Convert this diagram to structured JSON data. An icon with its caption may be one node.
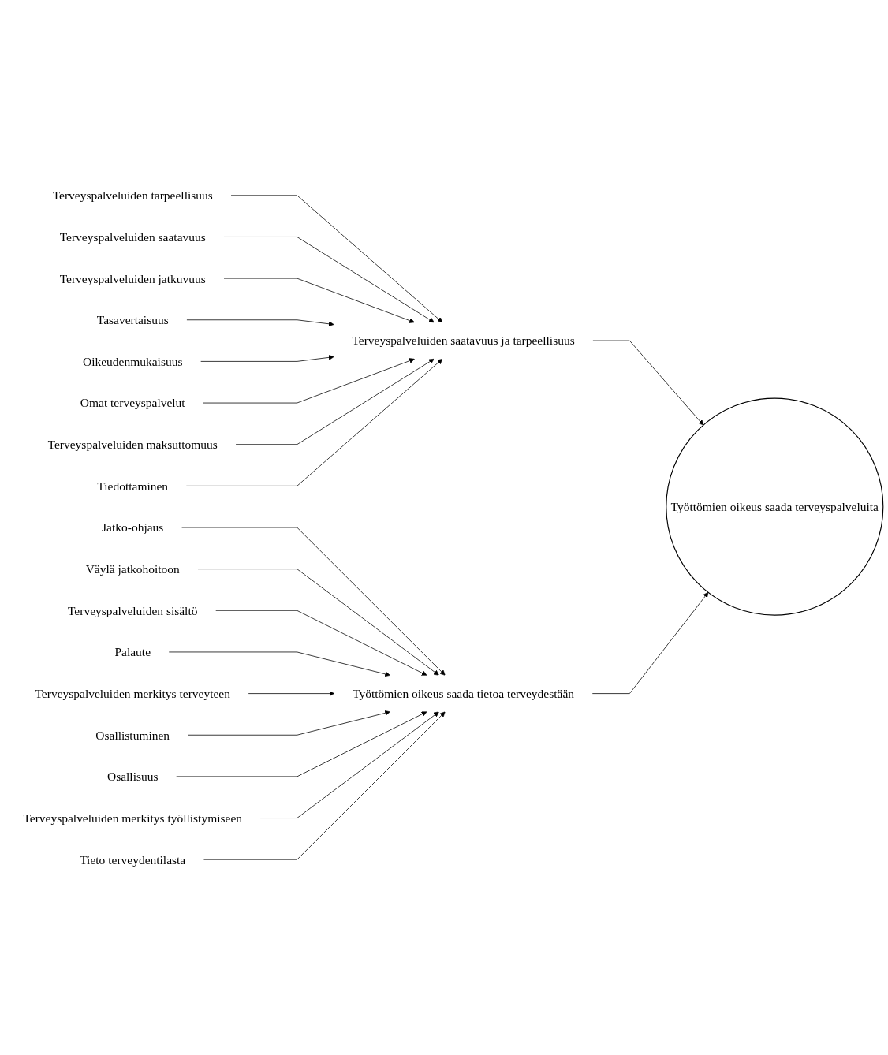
{
  "diagram": {
    "nodes": [
      {
        "text": [
          "Terveyspalveluiden tarpeellisuus"
        ]
      },
      {
        "text": [
          "Terveyspalveluiden saatavuus"
        ]
      },
      {
        "text": [
          "Terveyspalveluiden jatkuvuus"
        ]
      },
      {
        "text": [
          "Tasavertaisuus"
        ]
      },
      {
        "text": [
          "Oikeudenmukaisuus"
        ]
      },
      {
        "text": [
          "Omat terveyspalvelut"
        ]
      },
      {
        "text": [
          "Terveyspalveluiden maksuttomuus"
        ]
      },
      {
        "text": [
          "Tiedottaminen"
        ]
      },
      {
        "text": [
          "Terveyspalveluiden saatavuus ja tarpeellisuus"
        ]
      },
      {
        "text": [
          "Työttömien oikeus saada terveyspalveluita"
        ]
      },
      {
        "text": [
          "Jatko-ohjaus"
        ]
      },
      {
        "text": [
          "Väylä jatkohoitoon"
        ]
      },
      {
        "text": [
          "Terveyspalveluiden sisältö"
        ]
      },
      {
        "text": [
          "Palaute"
        ]
      },
      {
        "text": [
          "Terveyspalveluiden merkitys terveyteen"
        ]
      },
      {
        "text": [
          "Osallistuminen"
        ]
      },
      {
        "text": [
          "Osallisuus"
        ]
      },
      {
        "text": [
          "Terveyspalveluiden merkitys työllistymiseen"
        ]
      },
      {
        "text": [
          "Tieto terveydentilasta"
        ]
      },
      {
        "text": [
          "Työttömien oikeus saada tietoa terveydestään"
        ]
      }
    ],
    "edges": [
      {
        "from": 0,
        "to": 8,
        "arrow": "to"
      },
      {
        "from": 1,
        "to": 8,
        "arrow": "to"
      },
      {
        "from": 2,
        "to": 8,
        "arrow": "to"
      },
      {
        "from": 3,
        "to": 8,
        "arrow": "to"
      },
      {
        "from": 4,
        "to": 8,
        "arrow": "to"
      },
      {
        "from": 5,
        "to": 8,
        "arrow": "to"
      },
      {
        "from": 6,
        "to": 8,
        "arrow": "to"
      },
      {
        "from": 7,
        "to": 8,
        "arrow": "to"
      },
      {
        "from": 8,
        "to": 9,
        "arrow": "to"
      },
      {
        "from": 10,
        "to": 19,
        "arrow": "to"
      },
      {
        "from": 11,
        "to": 19,
        "arrow": "to"
      },
      {
        "from": 12,
        "to": 19,
        "arrow": "to"
      },
      {
        "from": 13,
        "to": 19,
        "arrow": "to"
      },
      {
        "from": 14,
        "to": 19,
        "arrow": "to"
      },
      {
        "from": 15,
        "to": 19,
        "arrow": "to"
      },
      {
        "from": 16,
        "to": 19,
        "arrow": "to"
      },
      {
        "from": 17,
        "to": 19,
        "arrow": "to"
      },
      {
        "from": 18,
        "to": 19,
        "arrow": "to"
      },
      {
        "from": 19,
        "to": 9,
        "arrow": "to"
      }
    ]
  }
}
